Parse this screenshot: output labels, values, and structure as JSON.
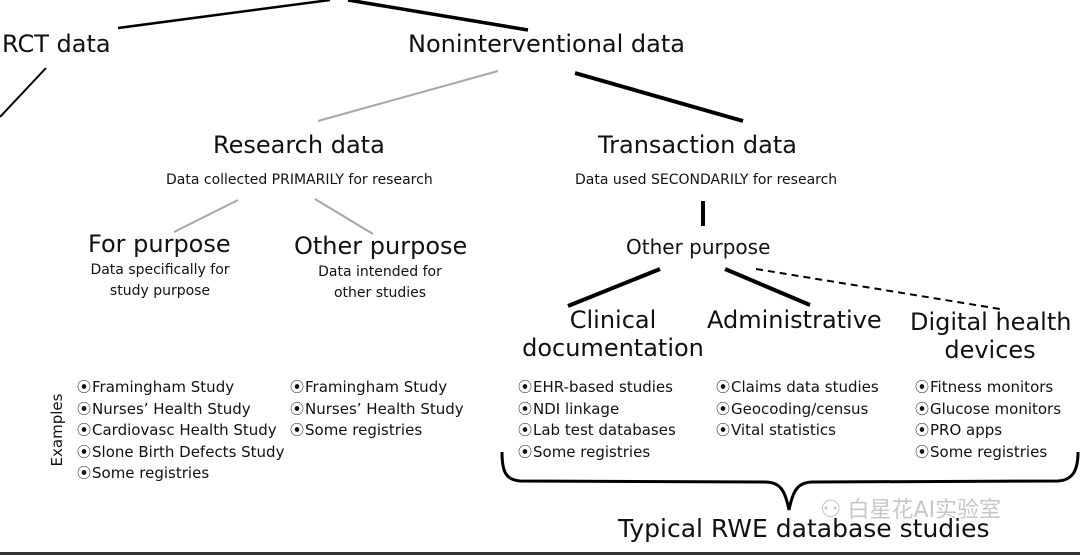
{
  "title_nodes": {
    "rct": "RCT data",
    "noninterventional": "Noninterventional data",
    "research": "Research data",
    "research_sub": "Data collected PRIMARILY for research",
    "transaction": "Transaction data",
    "transaction_sub": "Data used SECONDARILY for research",
    "for_purpose": "For purpose",
    "for_purpose_sub1": "Data specifically for",
    "for_purpose_sub2": "study purpose",
    "other_purpose_left": "Other purpose",
    "other_purpose_left_sub1": "Data intended for",
    "other_purpose_left_sub2": "other studies",
    "other_purpose_right": "Other purpose",
    "clinical_1": "Clinical",
    "clinical_2": "documentation",
    "administrative": "Administrative",
    "digital_1": "Digital health",
    "digital_2": "devices"
  },
  "examples_label": "Examples",
  "bullet_glyph": "⦿",
  "lists": {
    "for_purpose": [
      "Framingham Study",
      "Nurses’ Health Study",
      "Cardiovasc Health Study",
      "Slone Birth Defects Study",
      "Some registries"
    ],
    "other_purpose": [
      "Framingham Study",
      "Nurses’ Health Study",
      "Some registries"
    ],
    "clinical": [
      "EHR-based studies",
      "NDI linkage",
      "Lab test databases",
      "Some registries"
    ],
    "administrative": [
      "Claims data studies",
      "Geocoding/census",
      "Vital statistics"
    ],
    "digital": [
      "Fitness monitors",
      "Glucose monitors",
      "PRO apps",
      "Some registries"
    ]
  },
  "bottom_label": "Typical RWE database studies",
  "watermark": "白星花AI实验室",
  "colors": {
    "line_dark": "#000000",
    "line_light": "#a6a6a6",
    "watermark": "#c7c7c7"
  }
}
